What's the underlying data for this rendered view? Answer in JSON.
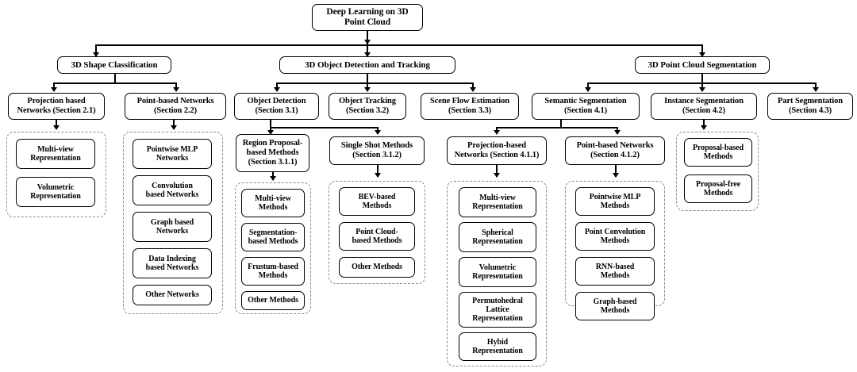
{
  "diagram": {
    "title": "Deep Learning on 3D Point Cloud",
    "root": {
      "label": "Deep Learning on 3D\nPoint Cloud"
    },
    "level1": [
      {
        "label": "3D Shape Classification"
      },
      {
        "label": "3D Object Detection and Tracking"
      },
      {
        "label": "3D Point Cloud Segmentation"
      }
    ],
    "level2": [
      {
        "label": "Projection based\nNetworks (Section 2.1)"
      },
      {
        "label": "Point-based Networks\n(Section 2.2)"
      },
      {
        "label": "Object Detection\n(Section 3.1)"
      },
      {
        "label": "Object Tracking\n(Section 3.2)"
      },
      {
        "label": "Scene Flow Estimation\n(Section 3.3)"
      },
      {
        "label": "Semantic Segmentation\n(Section 4.1)"
      },
      {
        "label": "Instance Segmentation\n(Section 4.2)"
      },
      {
        "label": "Part Segmentation\n(Section 4.3)"
      }
    ],
    "level3": [
      {
        "label": "Region Proposal-\nbased Methods\n(Section 3.1.1)"
      },
      {
        "label": "Single Shot Methods\n(Section 3.1.2)"
      },
      {
        "label": "Projection-based\nNetworks (Section 4.1.1)"
      },
      {
        "label": "Point-based Networks\n(Section 4.1.2)"
      }
    ],
    "leaf_groups": [
      {
        "name": "projection-based-networks-2-1-leaves",
        "items": [
          {
            "label": "Multi-view\nRepresentation"
          },
          {
            "label": "Volumetric\nRepresentation"
          }
        ]
      },
      {
        "name": "point-based-networks-2-2-leaves",
        "items": [
          {
            "label": "Pointwise MLP\nNetworks"
          },
          {
            "label": "Convolution\nbased Networks"
          },
          {
            "label": "Graph based\nNetworks"
          },
          {
            "label": "Data Indexing\nbased Networks"
          },
          {
            "label": "Other Networks"
          }
        ]
      },
      {
        "name": "region-proposal-based-methods-leaves",
        "items": [
          {
            "label": "Multi-view\nMethods"
          },
          {
            "label": "Segmentation-\nbased Methods"
          },
          {
            "label": "Frustum-based\nMethods"
          },
          {
            "label": "Other Methods"
          }
        ]
      },
      {
        "name": "single-shot-methods-leaves",
        "items": [
          {
            "label": "BEV-based\nMethods"
          },
          {
            "label": "Point Cloud-\nbased Methods"
          },
          {
            "label": "Other Methods"
          }
        ]
      },
      {
        "name": "projection-based-networks-4-1-1-leaves",
        "items": [
          {
            "label": "Multi-view\nRepresentation"
          },
          {
            "label": "Spherical\nRepresentation"
          },
          {
            "label": "Volumetric\nRepresentation"
          },
          {
            "label": "Permutohedral\nLattice\nRepresentation"
          },
          {
            "label": "Hybid\nRepresentation"
          }
        ]
      },
      {
        "name": "point-based-networks-4-1-2-leaves",
        "items": [
          {
            "label": "Pointwise MLP\nMethods"
          },
          {
            "label": "Point Convolution\nMethods"
          },
          {
            "label": "RNN-based\nMethods"
          },
          {
            "label": "Graph-based\nMethods"
          }
        ]
      },
      {
        "name": "instance-segmentation-leaves",
        "items": [
          {
            "label": "Proposal-based\nMethods"
          },
          {
            "label": "Proposal-free\nMethods"
          }
        ]
      }
    ],
    "colors": {
      "node_border": "#000000",
      "group_border": "#8a8a8a",
      "connector": "#000000",
      "background": "#ffffff",
      "text": "#000000"
    }
  }
}
